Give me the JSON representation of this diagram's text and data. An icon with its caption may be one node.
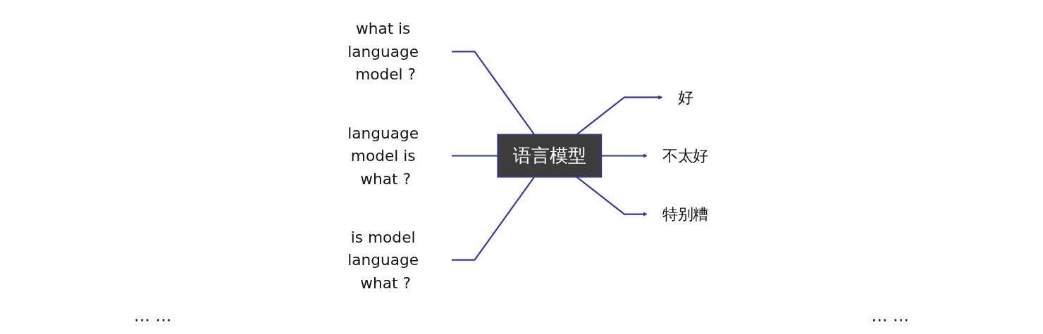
{
  "diagram": {
    "nodes": [
      {
        "text": [
          "what is language model ?"
        ]
      },
      {
        "text": [
          "language model is what ?"
        ]
      },
      {
        "text": [
          "is model language what ?"
        ]
      },
      {
        "text": [
          "语言模型"
        ]
      },
      {
        "text": [
          "好"
        ]
      },
      {
        "text": [
          "不太好"
        ]
      },
      {
        "text": [
          "特别糟"
        ]
      }
    ],
    "edges": [
      {
        "from": 0,
        "to": 3,
        "arrow": "none"
      },
      {
        "from": 1,
        "to": 3,
        "arrow": "none"
      },
      {
        "from": 2,
        "to": 3,
        "arrow": "none"
      },
      {
        "from": 3,
        "to": 4,
        "arrow": "to"
      },
      {
        "from": 3,
        "to": 5,
        "arrow": "to"
      },
      {
        "from": 3,
        "to": 6,
        "arrow": "to"
      }
    ],
    "labels": [
      "... ...",
      "... ..."
    ]
  }
}
